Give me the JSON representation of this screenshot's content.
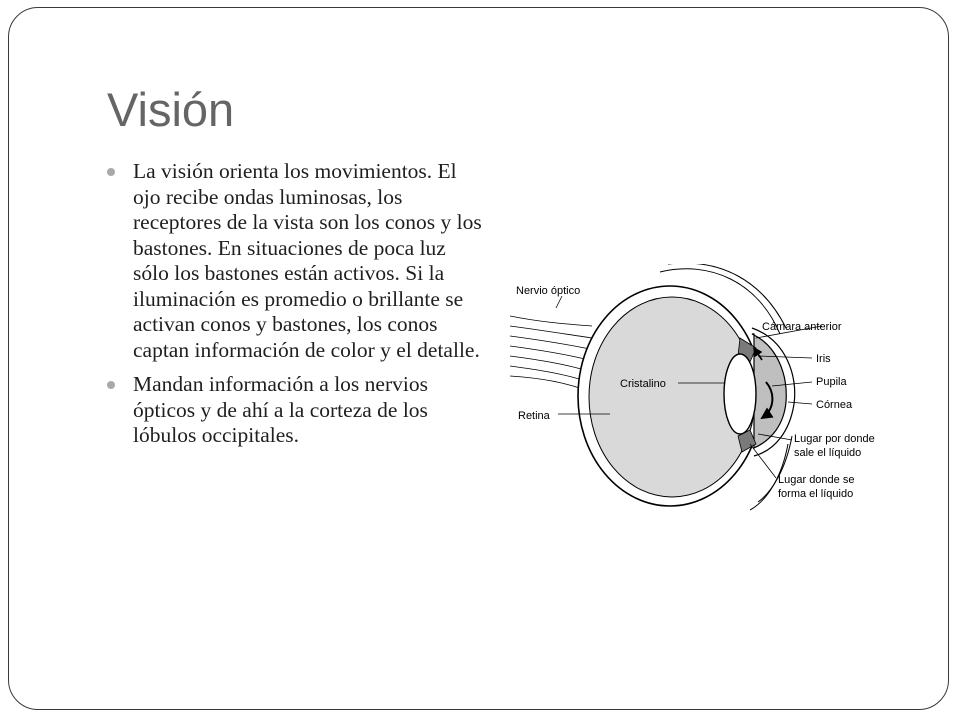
{
  "slide": {
    "title": "Visión",
    "bullets": [
      "La visión orienta los movimientos. El ojo recibe ondas luminosas, los receptores de la vista son los conos y los bastones. En situaciones de poca luz sólo los bastones están activos. Si la iluminación es promedio o brillante se activan conos y bastones, los conos captan información de color y el detalle.",
      "Mandan información a los nervios ópticos y de ahí a la corteza de los lóbulos occipitales."
    ]
  },
  "diagram": {
    "labels": {
      "optic_nerve": "Nervio óptico",
      "anterior_chamber": "Cámara anterior",
      "iris": "Iris",
      "lens": "Cristalino",
      "pupil": "Pupila",
      "retina": "Retina",
      "cornea": "Córnea",
      "outflow_line1": "Lugar por donde",
      "outflow_line2": "sale el líquido",
      "production_line1": "Lugar donde se",
      "production_line2": "forma el líquido"
    }
  },
  "colors": {
    "title": "#656565",
    "body_text": "#1f1f1f",
    "bullet": "#a9a9a9",
    "frame": "#3a3a3a",
    "eye_fill": "#d9d9d9",
    "cornea_fill": "#bfbfbf"
  }
}
